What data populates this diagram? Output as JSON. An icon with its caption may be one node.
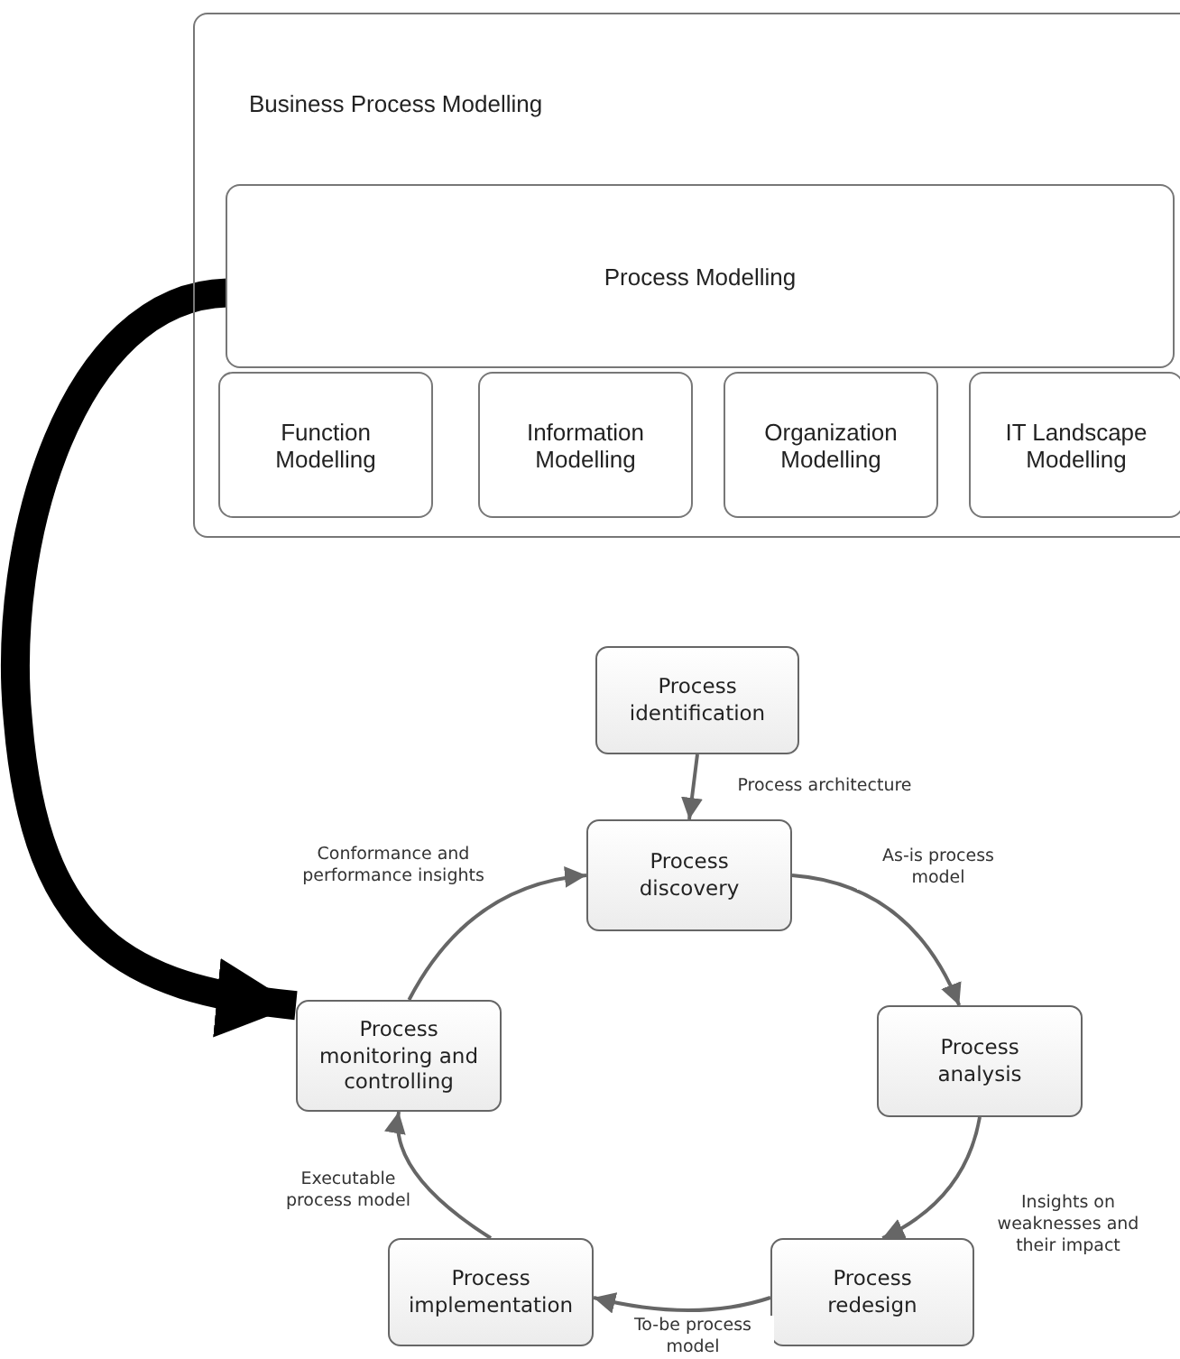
{
  "diagram": {
    "nodes": [
      {
        "text": [
          "Business Process Modelling"
        ]
      },
      {
        "text": [
          "Process Modelling"
        ],
        "in": 0
      },
      {
        "text": [
          "Function Modelling"
        ],
        "in": 0
      },
      {
        "text": [
          "Information Modelling"
        ],
        "in": 0
      },
      {
        "text": [
          "Organization Modelling"
        ],
        "in": 0
      },
      {
        "text": [
          "IT Landscape Modelling"
        ],
        "in": 0
      },
      {
        "text": [
          "Process identification"
        ]
      },
      {
        "text": [
          "Process discovery"
        ]
      },
      {
        "text": [
          "Process analysis"
        ]
      },
      {
        "text": [
          "Process redesign"
        ]
      },
      {
        "text": [
          "Process implementation"
        ]
      },
      {
        "text": [
          "Process monitoring and controlling"
        ]
      }
    ],
    "edges": [
      {
        "from": 6,
        "to": 7,
        "arrow": "to",
        "label": "Process architecture"
      },
      {
        "from": 7,
        "to": 8,
        "arrow": "to",
        "label": "As-is process model"
      },
      {
        "from": 8,
        "to": 9,
        "arrow": "to",
        "label": "Insights on weaknesses and their impact"
      },
      {
        "from": 9,
        "to": 10,
        "arrow": "to",
        "label": "To-be process model"
      },
      {
        "from": 10,
        "to": 11,
        "arrow": "to",
        "label": "Executable process model"
      },
      {
        "from": 11,
        "to": 7,
        "arrow": "to",
        "label": "Conformance and performance insights"
      },
      {
        "from": 1,
        "to": 11,
        "arrow": "to",
        "style": "thick",
        "color": "#000000"
      }
    ]
  }
}
